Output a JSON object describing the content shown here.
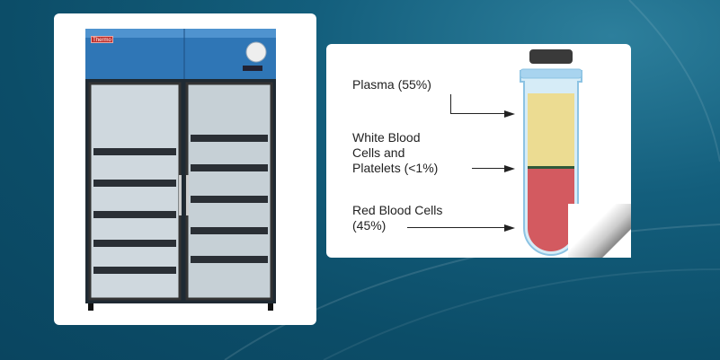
{
  "diagram": {
    "labels": {
      "plasma": "Plasma (55%)",
      "wbc": [
        "White Blood",
        "Cells and",
        "Platelets (<1%)"
      ],
      "rbc": [
        "Red Blood Cells",
        "(45%)"
      ]
    },
    "fractions": {
      "plasma": 55,
      "wbc_platelets": 1,
      "rbc": 45
    },
    "colors": {
      "plasma": "#ecdc92",
      "buffy": "#2f5a3a",
      "rbc": "#d35a60",
      "background": "#0f5a78"
    }
  },
  "fridge": {
    "brand_badge": "Thermo"
  }
}
